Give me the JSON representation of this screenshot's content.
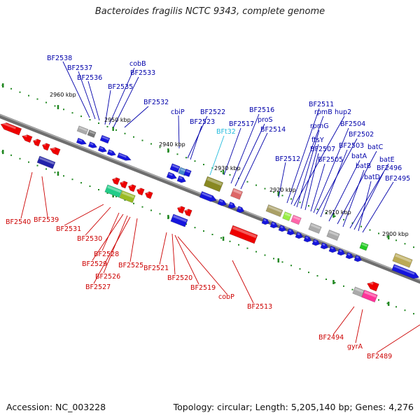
{
  "title": "Bacteroides fragilis NCTC 9343, complete genome",
  "footer": {
    "accession": "Accession: NC_003228",
    "summary": "Topology: circular; Length: 5,205,140 bp; Genes: 4,276"
  },
  "colors": {
    "upper_label": "#0000aa",
    "lower_label": "#cc0000",
    "highlight_label": "#22bbdd",
    "tick": "#228822",
    "backbone": "#777777"
  },
  "kbp_ticks": [
    "2960 kbp",
    "2950 kbp",
    "2940 kbp",
    "2930 kbp",
    "2920 kbp",
    "2910 kbp",
    "2900 kbp"
  ],
  "upper_labels": [
    "BF2538",
    "BF2537",
    "BF2536",
    "BF2535",
    "cobB",
    "BF2533",
    "BF2532",
    "cbiP",
    "BF2522",
    "BF2523",
    "BFt32",
    "BF2517",
    "BF2516",
    "proS",
    "BF2514",
    "BF2512",
    "BF2511",
    "rpmB",
    "hup2",
    "rpmG",
    "ftsY",
    "BF2507",
    "BF2505",
    "BF2504",
    "BF2502",
    "BF2503",
    "batA",
    "batC",
    "batB",
    "batE",
    "BF2496",
    "batD",
    "BF2495"
  ],
  "lower_labels": [
    "BF2540",
    "BF2539",
    "BF2531",
    "BF2530",
    "BF2528",
    "BF2529",
    "BF2526",
    "BF2527",
    "BF2525",
    "BF2521",
    "BF2520",
    "BF2519",
    "cobP",
    "BF2513",
    "BF2494",
    "gyrA",
    "BF2489"
  ]
}
